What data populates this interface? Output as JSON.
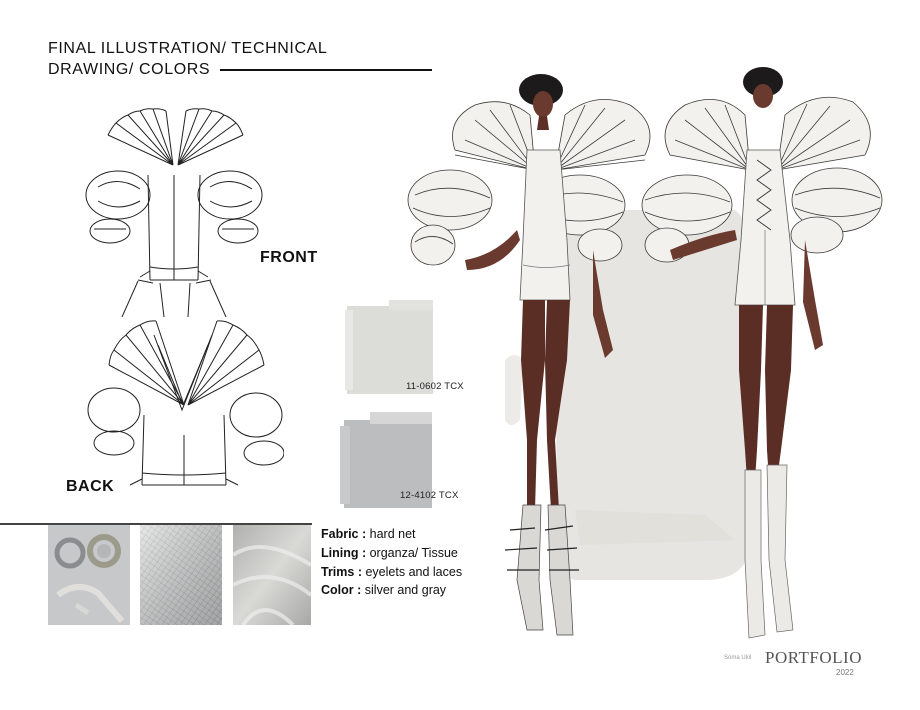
{
  "header": {
    "title_line1": "FINAL ILLUSTRATION/ TECHNICAL",
    "title_line2": "DRAWING/ COLORS"
  },
  "technical_drawing": {
    "front_label": "FRONT",
    "back_label": "BACK"
  },
  "swatches": [
    {
      "code": "11-0602 TCX",
      "color": "#dcdcd9"
    },
    {
      "code": "12-4102 TCX",
      "color": "#bcbdbe"
    }
  ],
  "materials": [
    {
      "name": "eyelets-and-ribbon-photo"
    },
    {
      "name": "silver-net-photo"
    },
    {
      "name": "organza-tissue-photo"
    }
  ],
  "specs": [
    {
      "key": "Fabric :",
      "value": "hard net"
    },
    {
      "key": "Lining :",
      "value": "organza/ Tissue"
    },
    {
      "key": "Trims :",
      "value": "eyelets and laces"
    },
    {
      "key": "Color :",
      "value": "silver and gray"
    }
  ],
  "footer": {
    "signature": "Soma Ukil",
    "brand": "PORTFOLIO",
    "year": "2022"
  },
  "colors": {
    "background": "#ffffff",
    "illustration_panel": "#e8e7e3",
    "skin": "#6b3a2e",
    "garment": "#f2f1ee"
  }
}
